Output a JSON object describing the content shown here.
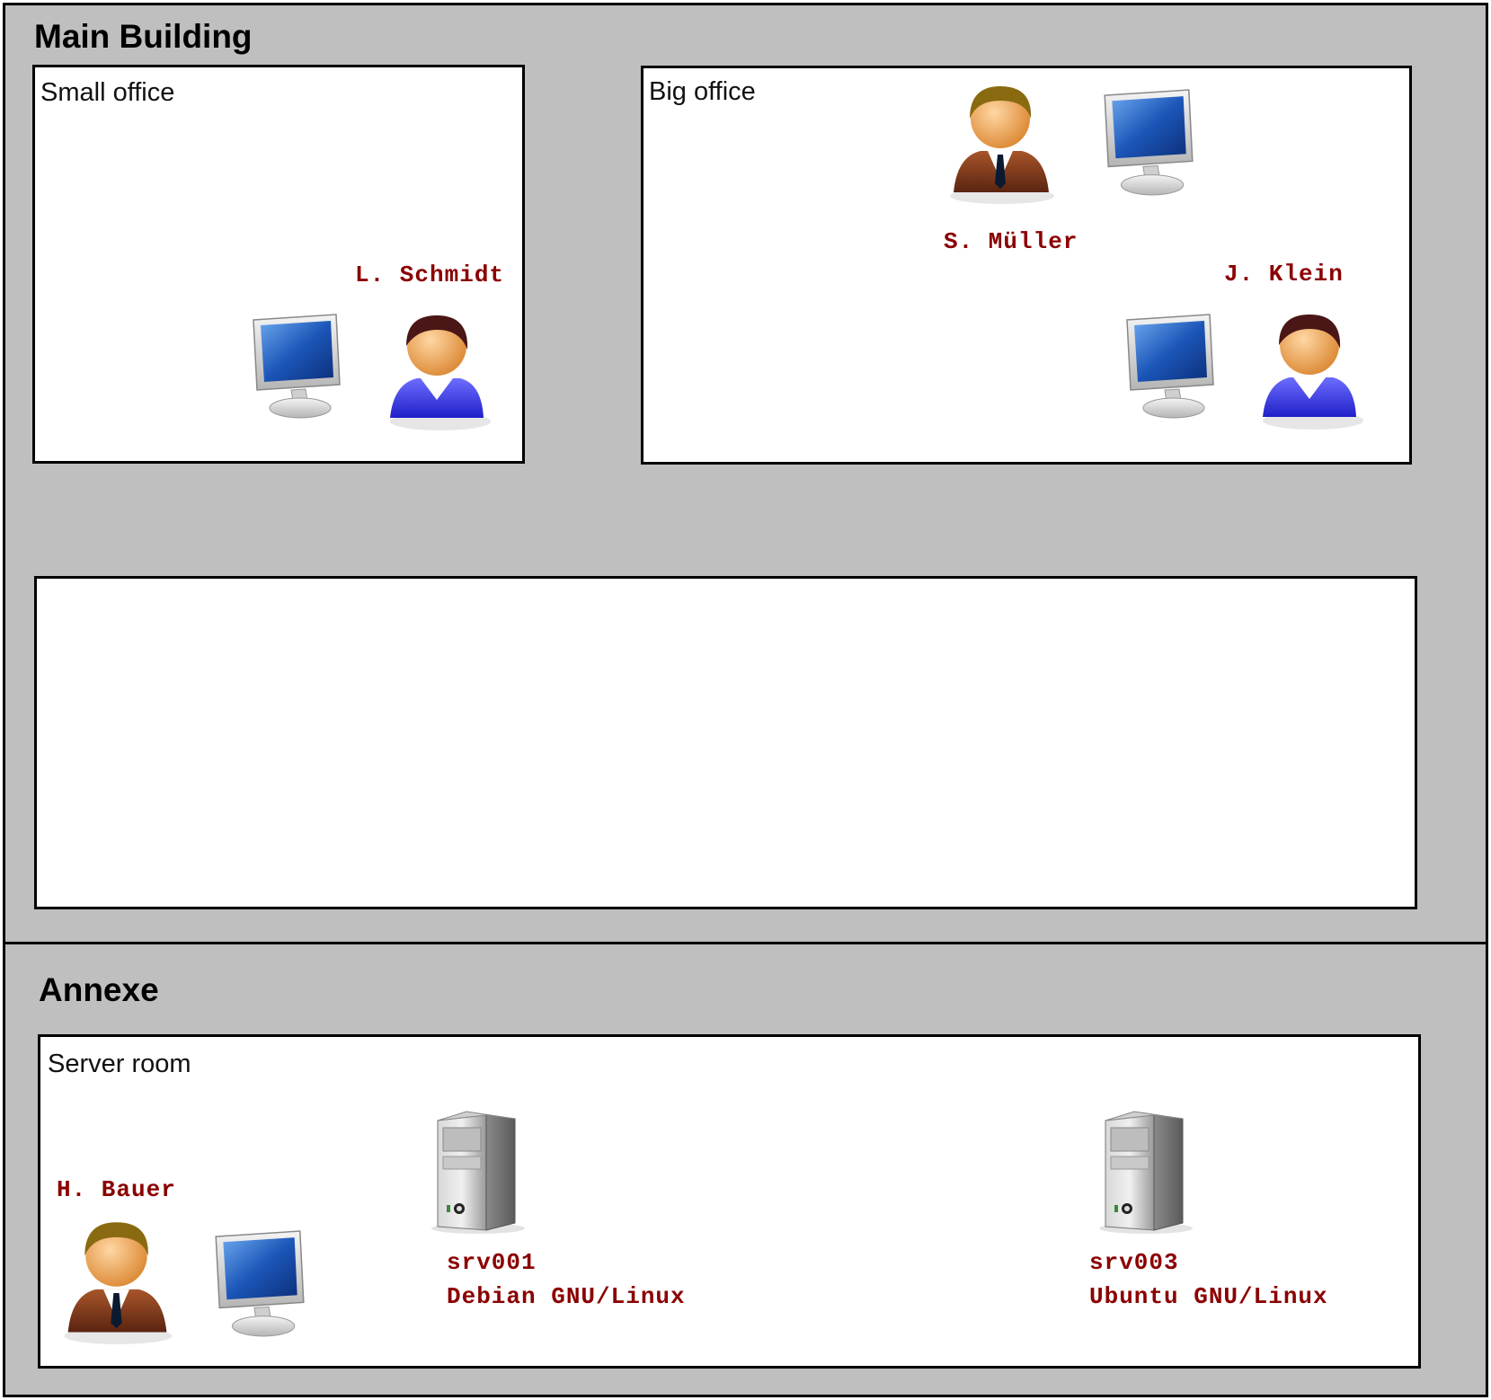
{
  "buildings": {
    "main": {
      "title": "Main Building"
    },
    "annexe": {
      "title": "Annexe"
    }
  },
  "rooms": {
    "small_office": {
      "title": "Small office"
    },
    "big_office": {
      "title": "Big office"
    },
    "hallway": {
      "title": ""
    },
    "server_room": {
      "title": "Server room"
    }
  },
  "people": {
    "schmidt": {
      "name": "L. Schmidt",
      "icon": "female-user-icon"
    },
    "mueller": {
      "name": "S. Müller",
      "icon": "male-user-icon"
    },
    "klein": {
      "name": "J. Klein",
      "icon": "female-user-icon"
    },
    "bauer": {
      "name": "H. Bauer",
      "icon": "male-user-icon"
    }
  },
  "servers": {
    "srv001": {
      "name": "srv001",
      "os": "Debian GNU/Linux",
      "icon": "server-tower-icon"
    },
    "srv003": {
      "name": "srv003",
      "os": "Ubuntu GNU/Linux",
      "icon": "server-tower-icon"
    }
  },
  "colors": {
    "building_fill": "#bfbfbf",
    "room_fill": "#ffffff",
    "label_text": "#8b0000"
  }
}
